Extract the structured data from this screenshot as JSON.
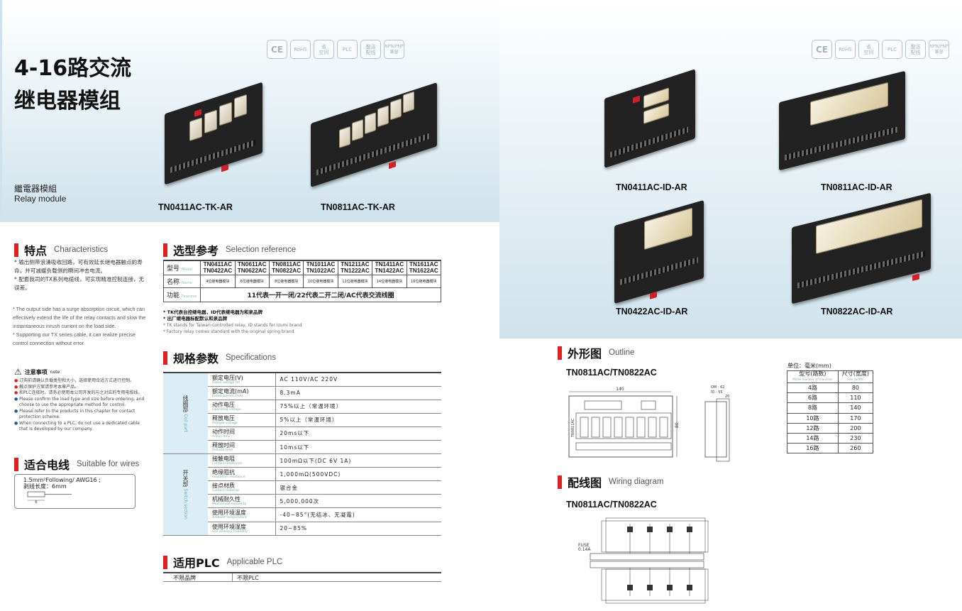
{
  "left": {
    "title_line1": "4-16路交流",
    "title_line2": "继电器模组",
    "subtitle_cn": "繼電器模組",
    "subtitle_en": "Relay module",
    "models": [
      "TN0411AC-TK-AR",
      "TN0811AC-TK-AR"
    ],
    "certs": [
      "CE",
      "RoHS",
      "省\n空间",
      "PLC",
      "整洁\n配线",
      "NPN/PNP\n兼容"
    ]
  },
  "right_top": {
    "certs": [
      "CE",
      "RoHS",
      "省\n空间",
      "PLC",
      "整洁\n配线",
      "NPN/PNP\n兼容"
    ],
    "models": [
      "TN0411AC-ID-AR",
      "TN0811AC-ID-AR",
      "TN0422AC-ID-AR",
      "TN0822AC-ID-AR"
    ]
  },
  "characteristics": {
    "title_cn": "特点",
    "title_en": "Characteristics",
    "cn_text": "* 输出侧带浪涌吸收回路，可有效延长继电器触点的寿命，并可减缓负载侧的瞬间冲击电流。\n* 配套我司的TX系列电缆线，可实现精准控制连接，无误差。",
    "en_text": "* The output side has a surge absorption circuit, which can effectively extend the life of the relay contacts and slow the instantaneous inrush current on the load side.\n* Supporting our TX series cable, it can realize precise control connection without error.",
    "note_title": "注意事项",
    "note_en": "note",
    "notes": [
      "订购前请确认负载类型和大小，选择使用合适方式进行控制。",
      "触点保护方案请参考本章产品。",
      "和PLC连接时，请务必使用本公司开发的与之对应的专用电缆线。",
      "Please confirm the load type and size before ordering, and choose to use the appropriate method for control.",
      "Please refer to the products in this chapter for contact protection scheme.",
      "When connecting to a PLC, do not use a dedicated cable that is developed by our company."
    ]
  },
  "wires": {
    "title_cn": "适合电线",
    "title_en": "Suitable for wires",
    "line1": "1.5mm²Following/ AWG16 ;",
    "line2": "剥线长度：6mm",
    "dim": "6"
  },
  "selection": {
    "title_cn": "选型参考",
    "title_en": "Selection reference",
    "row1_label": "型号",
    "row1_label_en": "Model",
    "row2_label": "名称",
    "row2_label_en": "Name",
    "row3_label": "功能",
    "row3_label_en": "Features",
    "models": [
      [
        "TN0411AC",
        "TN0422AC"
      ],
      [
        "TN0611AC",
        "TN0622AC"
      ],
      [
        "TN0811AC",
        "TN0822AC"
      ],
      [
        "TN1011AC",
        "TN1022AC"
      ],
      [
        "TN1211AC",
        "TN1222AC"
      ],
      [
        "TN1411AC",
        "TN1422AC"
      ],
      [
        "TN1611AC",
        "TN1622AC"
      ]
    ],
    "names": [
      "4位继电器模块",
      "6位继电器模块",
      "8位继电器模块",
      "10位继电器模块",
      "12位继电器模块",
      "14位继电器模块",
      "16位继电器模块"
    ],
    "features": "11代表一开一闭/22代表二开二闭/AC代表交流线圈",
    "notes": [
      "* TK代表台控继电器，ID代表继电器为和泉品牌",
      "* 出厂继电器标配默认和泉品牌",
      "* TK stands for Taiwan-controlled relay, ID stands for Izumi brand",
      "* Factory relay comes standard with the original spring brand"
    ]
  },
  "specs": {
    "title_cn": "规格参数",
    "title_en": "Specifications",
    "cat1": "线圈部",
    "cat1_en": "Coil part",
    "cat2": "开关部",
    "cat2_en": "Switch section",
    "rows": [
      {
        "k": "额定电压(V)",
        "ke": "Rated voltage (V)",
        "v": "AC 110V/AC 220V"
      },
      {
        "k": "额定电流(mA)",
        "ke": "Rated current (mA)",
        "v": "8.3mA"
      },
      {
        "k": "动作电压",
        "ke": "Operating voltage",
        "v": "75%以上（常温环境）"
      },
      {
        "k": "释放电压",
        "ke": "Release voltage",
        "v": "5%以上（常温环境）"
      },
      {
        "k": "动作时间",
        "ke": "Action time",
        "v": "20ms以下"
      },
      {
        "k": "释放时间",
        "ke": "Release time",
        "v": "10ms以下"
      },
      {
        "k": "接触电阻",
        "ke": "Contact resistance",
        "v": "100mΩ以下(DC 6V 1A)"
      },
      {
        "k": "绝缘阻抗",
        "ke": "Insulation resistance",
        "v": "1,000mΩ(500VDC)"
      },
      {
        "k": "接点材质",
        "ke": "Contact material",
        "v": "银合金"
      },
      {
        "k": "机械耐久性",
        "ke": "Mechanical durability",
        "v": "5,000,000次"
      },
      {
        "k": "使用环境温度",
        "ke": "Ambient temperature",
        "v": "-40~85°(无结冰、无凝霜)"
      },
      {
        "k": "使用环境湿度",
        "ke": "Use ambient humidity",
        "v": "20~85%"
      }
    ]
  },
  "plc": {
    "title_cn": "适用PLC",
    "title_en": "Applicable PLC",
    "k": "不限品牌",
    "v": "不限PLC"
  },
  "outline": {
    "title_cn": "外形图",
    "title_en": "Outline",
    "model": "TN0811AC/TN0822AC",
    "width": "140",
    "height": "80",
    "om": "OM : 62",
    "id": "ID : 55",
    "side": "20",
    "board_label": "TN0811AC",
    "unit": "单位：毫米(mm)",
    "col1": "型号(路数)",
    "col1_en": "Model (number of channels)",
    "col2": "尺寸(宽度)",
    "col2_en": "Size (width)",
    "rows": [
      [
        "4路",
        "80"
      ],
      [
        "6路",
        "110"
      ],
      [
        "8路",
        "140"
      ],
      [
        "10路",
        "170"
      ],
      [
        "12路",
        "200"
      ],
      [
        "14路",
        "230"
      ],
      [
        "16路",
        "260"
      ]
    ]
  },
  "wiring": {
    "title_cn": "配线图",
    "title_en": "Wiring diagram",
    "model": "TN0811AC/TN0822AC",
    "fuse": "FUSE",
    "fuse_val": "0.14A"
  }
}
